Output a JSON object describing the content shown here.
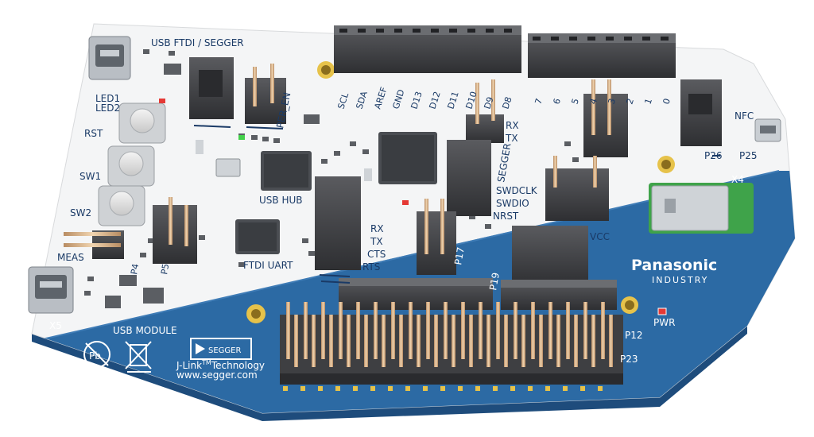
{
  "labels": {
    "usb_ftdi": "USB FTDI / SEGGER",
    "led1": "LED1",
    "led2": "LED2",
    "rst": "RST",
    "sw1": "SW1",
    "sw2": "SW2",
    "meas": "MEAS",
    "p4": "P4",
    "p5": "P5",
    "x5": "X5",
    "usb_module": "USB MODULE",
    "per_en": "PER_EN",
    "usb_hub": "USB HUB",
    "ftdi_uart": "FTDI UART",
    "rx1": "RX",
    "tx1": "TX",
    "rx2": "RX",
    "tx2": "TX",
    "cts": "CTS",
    "rts": "RTS",
    "segger": "SEGGER",
    "swdclk": "SWDCLK",
    "swdio": "SWDIO",
    "nrst": "NRST",
    "vcc": "VCC",
    "p17": "P17",
    "p19": "P19",
    "p26": "P26",
    "p25": "P25",
    "nfc": "NFC",
    "x4": "X4",
    "p12": "P12",
    "p23": "P23",
    "pwr": "PWR",
    "brand": "Panasonic",
    "brand_sub": "INDUSTRY",
    "jlink": "J-Link",
    "tm": "TM",
    "technology": "Technology",
    "segger_url": "www.segger.com",
    "segger_logo": "SEGGER",
    "pb": "Pb"
  },
  "header_left_pins": [
    "SCL",
    "SDA",
    "AREF",
    "GND",
    "D13",
    "D12",
    "D11",
    "D10",
    "D9",
    "D8"
  ],
  "header_right_pins": [
    "7",
    "6",
    "5",
    "4",
    "3",
    "2",
    "1",
    "0"
  ],
  "colors": {
    "board_white": "#f4f5f6",
    "board_blue": "#2c6aa4",
    "silkscreen": "#1a3a66",
    "header_black": "#3e3f42",
    "pin_gold": "#d9b48a",
    "mount_hole": "#e6c24a",
    "led_red": "#e53935",
    "led_green": "#43d14a",
    "module_green": "#3fa34a"
  }
}
